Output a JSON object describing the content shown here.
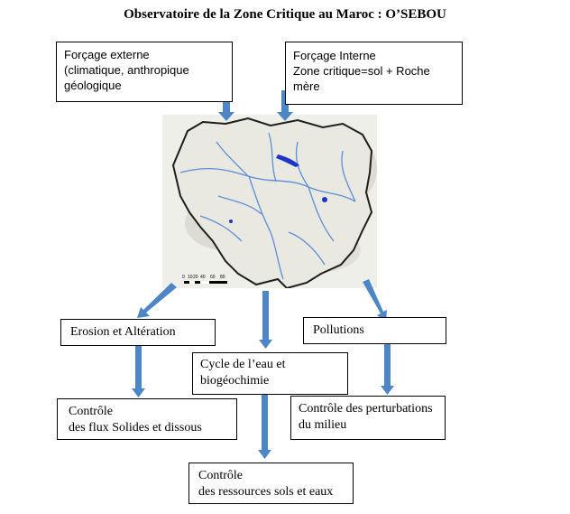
{
  "title": "Observatoire de la Zone Critique au Maroc : O’SEBOU",
  "boxes": {
    "external_forcing": [
      "Forçage externe",
      "(climatique, anthropique",
      "géologique"
    ],
    "internal_forcing": [
      "Forçage Interne",
      "Zone critique=sol + Roche",
      "mère"
    ],
    "erosion": "Erosion et Altération",
    "pollution": "Pollutions",
    "water_cycle": [
      "Cycle de l’eau et",
      "biogéochimie"
    ],
    "solid_flux_control": [
      "Contrôle",
      "des flux Solides et dissous"
    ],
    "disturbance_control": [
      "Contrôle des perturbations",
      "du milieu"
    ],
    "resources_control": [
      "Contrôle",
      "des ressources sols et eaux"
    ]
  },
  "map": {
    "scale_labels": [
      "0",
      "10",
      "20",
      "40",
      "60",
      "80"
    ],
    "colors": {
      "basin_outline": "#1e1e1e",
      "terrain": "#e9e9e1",
      "rivers": "#5b8fd8",
      "lakes": "#1c34c8",
      "arrows": "#4d86c6"
    }
  }
}
